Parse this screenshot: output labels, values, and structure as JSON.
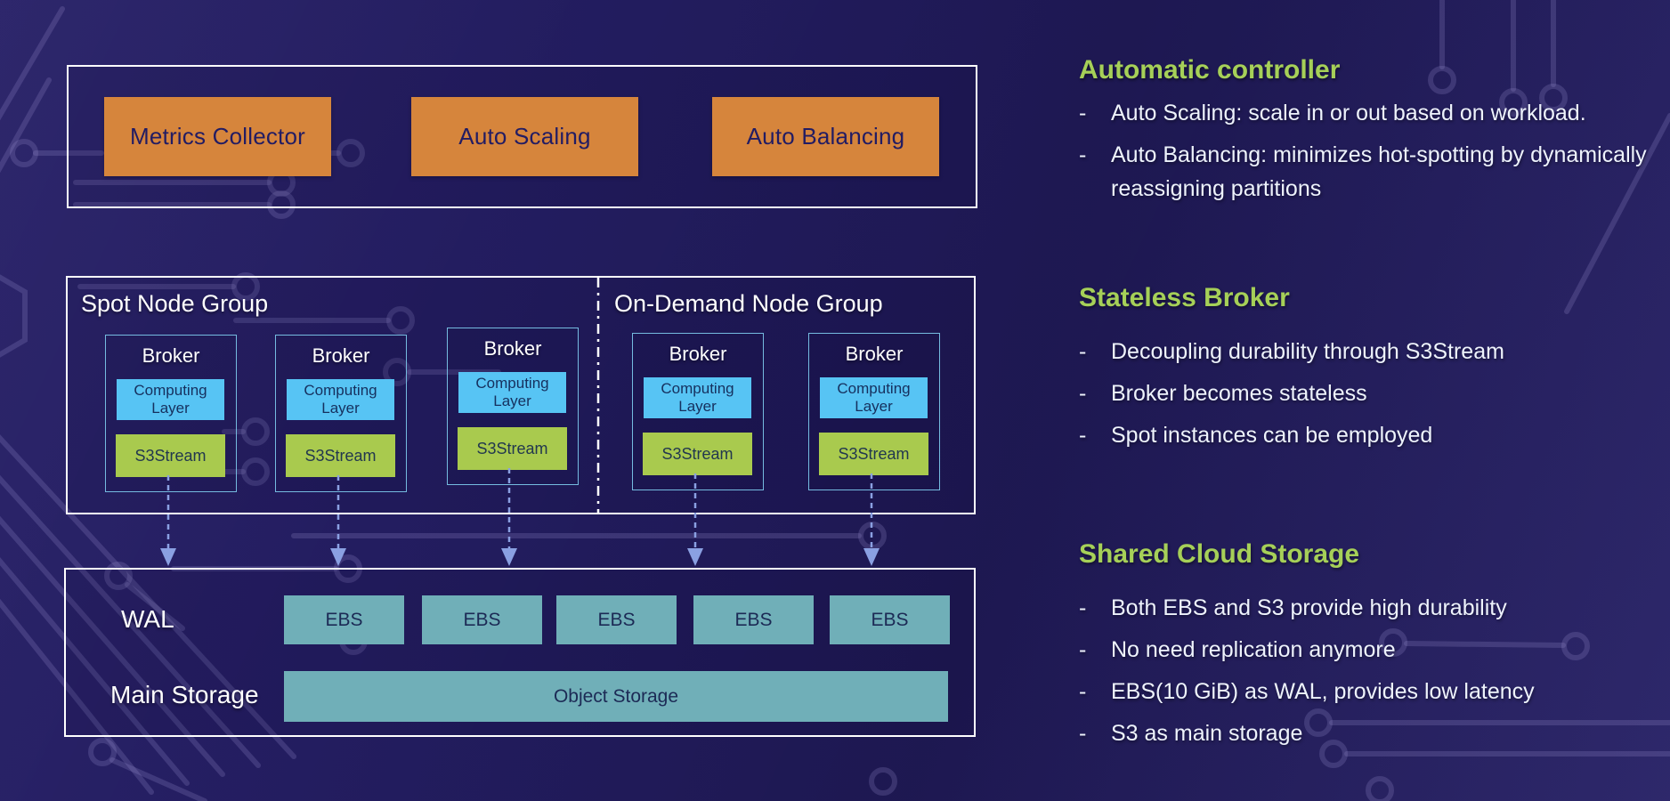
{
  "palette": {
    "background_start": "#272067",
    "background_end": "#1f1956",
    "circuit_line": "#9e97d6",
    "panel_border": "#ffffff",
    "orange_box": "#d6853c",
    "computing_blue": "#57c4f4",
    "s3stream_green": "#a9ca4e",
    "ebs_teal": "#70afb8",
    "heading_green": "#a6d058",
    "arrow_periwinkle": "#8aa0e2",
    "broker_border": "#7ac4e8"
  },
  "controller_panel": {
    "items": [
      {
        "label": "Metrics Collector"
      },
      {
        "label": "Auto Scaling"
      },
      {
        "label": "Auto Balancing"
      }
    ]
  },
  "node_group_panel": {
    "spot_group_label": "Spot Node Group",
    "on_demand_group_label": "On-Demand Node Group",
    "broker": {
      "title": "Broker",
      "computing_layer_label": "Computing Layer",
      "s3stream_label": "S3Stream"
    }
  },
  "storage_panel": {
    "wal_row_label": "WAL",
    "main_storage_row_label": "Main Storage",
    "ebs_label": "EBS",
    "ebs_count": 5,
    "object_storage_label": "Object Storage"
  },
  "notes": [
    {
      "heading": "Automatic controller",
      "bullets": [
        "Auto Scaling: scale in or out based on workload.",
        "Auto Balancing: minimizes hot-spotting by dynamically reassigning partitions"
      ]
    },
    {
      "heading": "Stateless Broker",
      "bullets": [
        "Decoupling durability through S3Stream",
        "Broker becomes stateless",
        "Spot instances can be employed"
      ]
    },
    {
      "heading": "Shared Cloud Storage",
      "bullets": [
        "Both EBS and S3 provide high durability",
        "No need replication anymore",
        "EBS(10 GiB) as WAL, provides low latency",
        "S3 as main storage"
      ]
    }
  ]
}
